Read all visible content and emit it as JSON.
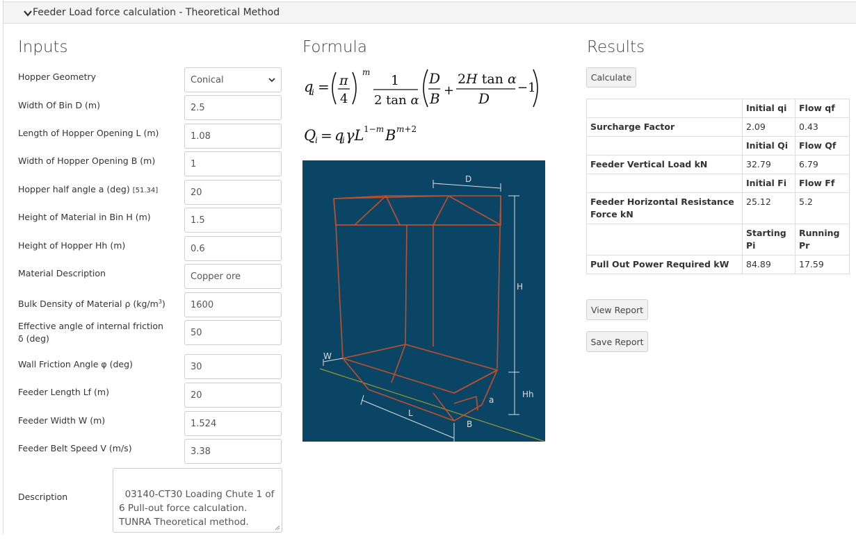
{
  "header": {
    "title": "Feeder Load force calculation - Theoretical Method"
  },
  "inputs": {
    "title": "Inputs",
    "fields": [
      {
        "label": "Hopper Geometry",
        "value": "Conical"
      },
      {
        "label": "Width Of Bin D (m)",
        "value": "2.5"
      },
      {
        "label": "Length of Hopper Opening L (m)",
        "value": "1.08"
      },
      {
        "label": "Width of Hopper Opening B (m)",
        "value": "1"
      },
      {
        "label": "Hopper half angle a (deg)",
        "note": "[51.34]",
        "value": "20"
      },
      {
        "label": "Height of Material in Bin H (m)",
        "value": "1.5"
      },
      {
        "label": "Height of Hopper Hh (m)",
        "value": "0.6"
      },
      {
        "label": "Material Description",
        "value": "Copper ore"
      },
      {
        "label": "Bulk Density of Material ρ (kg/m",
        "sup": "3",
        "suffix": ")",
        "value": "1600"
      },
      {
        "label": "Effective angle of internal friction δ (deg)",
        "value": "50"
      },
      {
        "label": "Wall Friction Angle φ (deg)",
        "value": "30"
      },
      {
        "label": "Feeder Length Lf (m)",
        "value": "20"
      },
      {
        "label": "Feeder Width W (m)",
        "value": "1.524"
      },
      {
        "label": "Feeder Belt Speed V (m/s)",
        "value": "3.38"
      }
    ],
    "description_label": "Description",
    "description_value": "03140-CT30 Loading Chute 1 of 6 Pull-out force calculation. TUNRA Theoretical method."
  },
  "formula": {
    "title": "Formula",
    "diagram_labels": {
      "D": "D",
      "H": "H",
      "Hh": "Hh",
      "W": "W",
      "L": "L",
      "B": "B",
      "a": "a"
    }
  },
  "results": {
    "title": "Results",
    "calculate_label": "Calculate",
    "view_report_label": "View Report",
    "save_report_label": "Save Report",
    "table": [
      {
        "header": [
          "",
          "Initial qi",
          "Flow qf"
        ],
        "label": "Surcharge Factor",
        "values": [
          "2.09",
          "0.43"
        ]
      },
      {
        "header": [
          "",
          "Initial Qi",
          "Flow Qf"
        ],
        "label": "Feeder Vertical Load kN",
        "values": [
          "32.79",
          "6.79"
        ]
      },
      {
        "header": [
          "",
          "Initial Fi",
          "Flow Ff"
        ],
        "label": "Feeder Horizontal Resistance Force kN",
        "values": [
          "25.12",
          "5.2"
        ]
      },
      {
        "header": [
          "",
          "Starting Pi",
          "Running Pr"
        ],
        "label": "Pull Out Power Required kW",
        "values": [
          "84.89",
          "17.59"
        ]
      }
    ]
  },
  "colors": {
    "diagram_bg": "#0b4566",
    "diagram_lines": "#c0502a",
    "diagram_dims": "#ffffff",
    "belt": "#9a9a2a"
  }
}
